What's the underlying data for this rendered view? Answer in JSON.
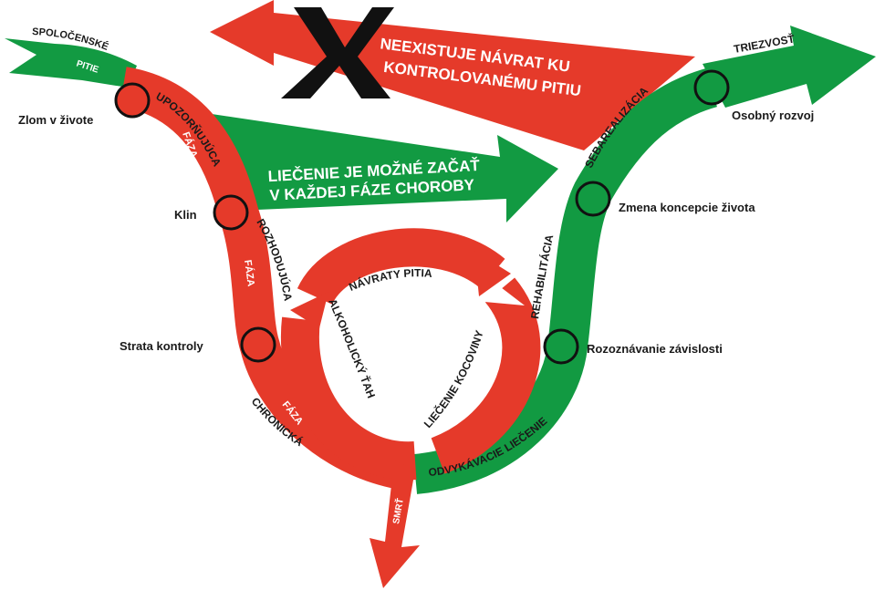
{
  "colors": {
    "red": "#e53a2a",
    "green": "#129a42",
    "black": "#111111",
    "white": "#ffffff"
  },
  "arrows": {
    "social_drinking": "SPOLOČENSKÉ",
    "social_drinking_2": "PITIE",
    "no_return_line1": "NEEXISTUJE NÁVRAT KU",
    "no_return_line2": "KONTROLOVANÉMU PITIU",
    "treatment_line1": "LIEČENIE JE MOŽNÉ ZAČAŤ",
    "treatment_line2": "V KAŽDEJ FÁZE CHOROBY",
    "sobriety": "TRIEZVOSŤ",
    "death": "SMRŤ"
  },
  "phases": {
    "warning_1": "UPOZORŇUJÚCA",
    "warning_2": "FÁZA",
    "crucial_1": "ROZHODUJÚCA",
    "crucial_2": "FÁZA",
    "chronic_1": "CHRONICKÁ",
    "chronic_2": "FÁZA"
  },
  "cycle": {
    "relapse": "NÁVRATY PITIA",
    "craving": "ALKOHOLICKÝ ŤAH",
    "hangover": "LIEČENIE KOCOVINY"
  },
  "recovery": {
    "detox": "ODVYKÁVACIE LIEČENIE",
    "rehab": "REHABILITÁCIA",
    "selfreal": "SEBAREALIZÁCIA"
  },
  "milestones": {
    "breakpoint": "Zlom v živote",
    "wedge": "Klin",
    "loss_of_control": "Strata kontroly",
    "recognition": "Rozoznávanie závislosti",
    "life_concept": "Zmena koncepcie života",
    "personal_growth": "Osobný rozvoj"
  },
  "icons": {
    "x_mark": "x-mark-icon"
  }
}
